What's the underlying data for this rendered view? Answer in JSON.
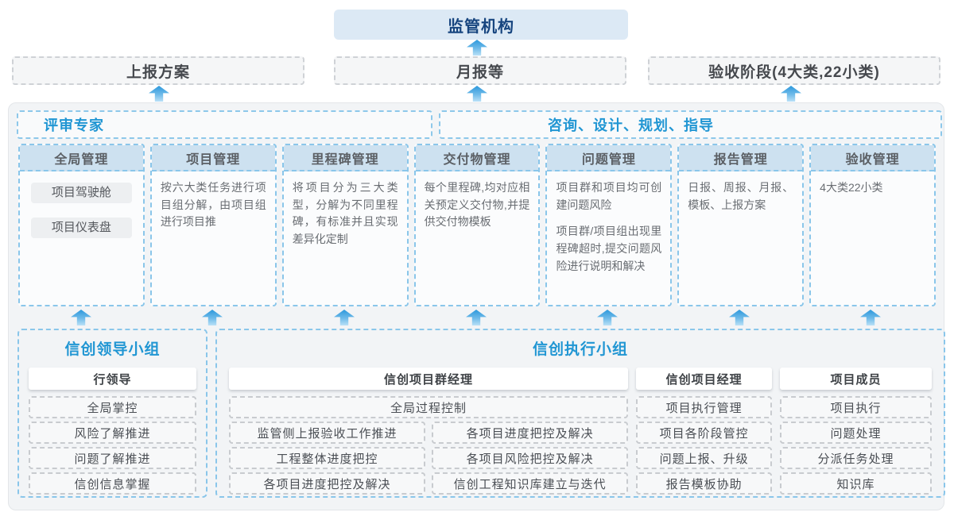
{
  "top": {
    "regulator": "监管机构",
    "report_plan": "上报方案",
    "monthly_report": "月报等",
    "acceptance_stage": "验收阶段(4大类,22小类)"
  },
  "panel": {
    "experts": "评审专家",
    "consulting": "咨询、设计、规划、指导",
    "columns": [
      {
        "title": "全局管理",
        "chips": [
          "项目驾驶舱",
          "项目仪表盘"
        ]
      },
      {
        "title": "项目管理",
        "paragraphs": [
          "按六大类任务进行项目组分解，由项目组进行项目推"
        ]
      },
      {
        "title": "里程碑管理",
        "paragraphs": [
          "将项目分为三大类型，分解为不同里程碑，有标准并且实现差异化定制"
        ]
      },
      {
        "title": "交付物管理",
        "paragraphs": [
          "每个里程碑,均对应相关预定义交付物,并提供交付物模板"
        ]
      },
      {
        "title": "问题管理",
        "paragraphs": [
          "项目群和项目均可创建问题风险",
          "项目群/项目组出现里程碑超时,提交问题风险进行说明和解决"
        ]
      },
      {
        "title": "报告管理",
        "paragraphs": [
          "日报、周报、月报、模板、上报方案"
        ]
      },
      {
        "title": "验收管理",
        "paragraphs": [
          "4大类22小类"
        ]
      }
    ]
  },
  "bottom": {
    "leader_group": {
      "title": "信创领导小组",
      "role": "行领导",
      "items": [
        "全局掌控",
        "风险了解推进",
        "问题了解推进",
        "信创信息掌握"
      ]
    },
    "exec_group": {
      "title": "信创执行小组",
      "sections": [
        {
          "role": "信创项目群经理",
          "full_item": "全局过程控制",
          "col_a": [
            "监管侧上报验收工作推进",
            "工程整体进度把控",
            "各项目进度把控及解决"
          ],
          "col_b": [
            "各项目进度把控及解决",
            "各项目风险把控及解决",
            "信创工程知识库建立与迭代"
          ]
        },
        {
          "role": "信创项目经理",
          "items": [
            "项目执行管理",
            "项目各阶段管控",
            "问题上报、升级",
            "报告模板协助"
          ]
        },
        {
          "role": "项目成员",
          "items": [
            "项目执行",
            "问题处理",
            "分派任务处理",
            "知识库"
          ]
        }
      ]
    }
  },
  "colors": {
    "accent_blue": "#2196d3",
    "navy_title": "#17457f",
    "arrow_blue": "#2c98dc",
    "column_header_fill": "#cde1f0",
    "panel_fill": "#f2f4f6"
  }
}
